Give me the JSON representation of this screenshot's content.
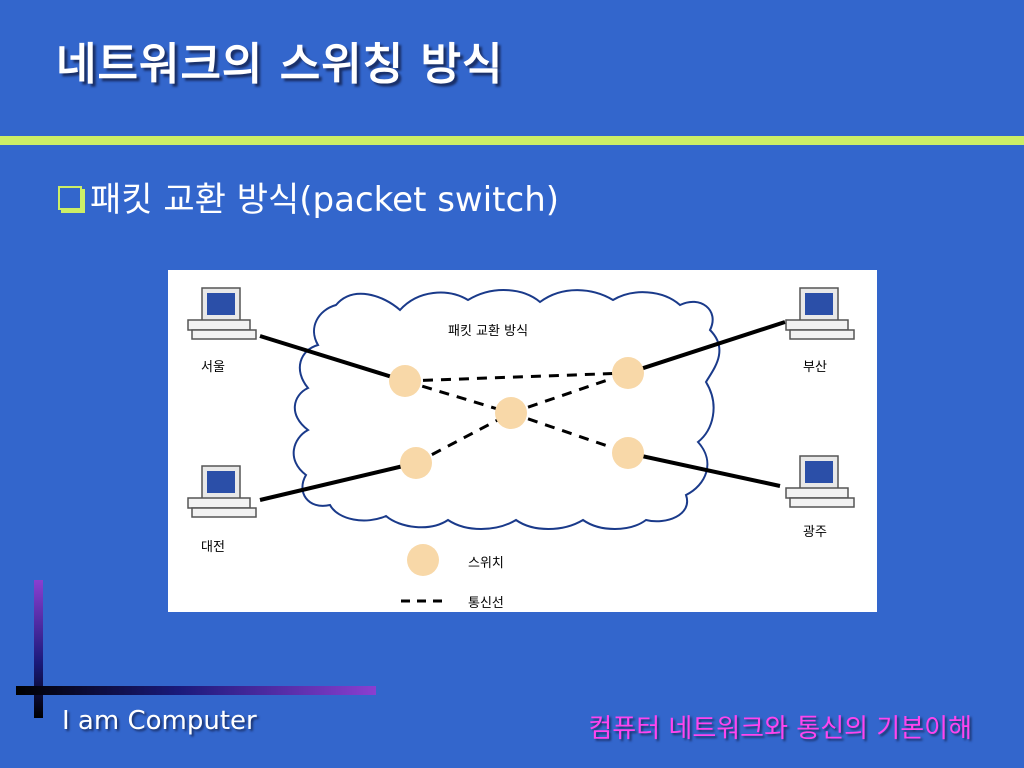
{
  "title": "네트워크의 스위칭 방식",
  "bullet": "패킷 교환 방식(packet switch)",
  "diagram": {
    "network_label": "패킷 교환 방식",
    "nodes": {
      "seoul": "서울",
      "daejeon": "대전",
      "busan": "부산",
      "gwangju": "광주"
    },
    "legend": {
      "switch": "스위치",
      "link": "통신선"
    },
    "colors": {
      "switch_fill": "#f8d8a8",
      "cloud_stroke": "#1a3a8a"
    }
  },
  "footer": {
    "left": "I am Computer",
    "right": "컴퓨터 네트워크와 통신의 기본이해"
  },
  "colors": {
    "background": "#3366cc",
    "accent_rule": "#ccee66",
    "footer_right": "#ff44ee"
  }
}
